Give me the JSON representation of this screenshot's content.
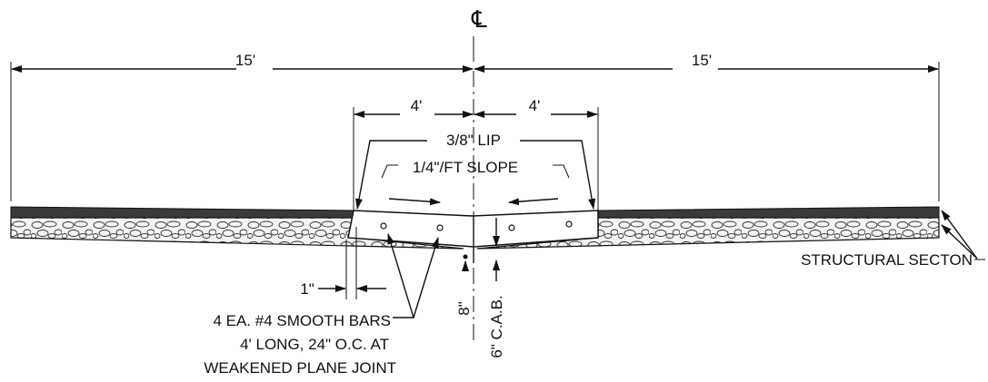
{
  "centerline_symbol": "℄",
  "dims": {
    "left_width": "15'",
    "right_width": "15'",
    "gutter_left": "4'",
    "gutter_right": "4'",
    "lip_offset": "1\"",
    "gutter_depth": "8\"",
    "base_depth": "6\" C.A.B."
  },
  "callouts": {
    "lip": "3/8\" LIP",
    "slope": "1/4\"/FT SLOPE",
    "structural": "STRUCTURAL SECTON",
    "bars_line1": "4 EA. #4 SMOOTH BARS",
    "bars_line2": "4' LONG, 24\" O.C. AT",
    "bars_line3": "WEAKENED PLANE JOINT"
  },
  "colors": {
    "ink": "#111111",
    "asphalt": "#3a3a3a",
    "base_fill": "#f2f2f2",
    "concrete": "#ffffff"
  }
}
